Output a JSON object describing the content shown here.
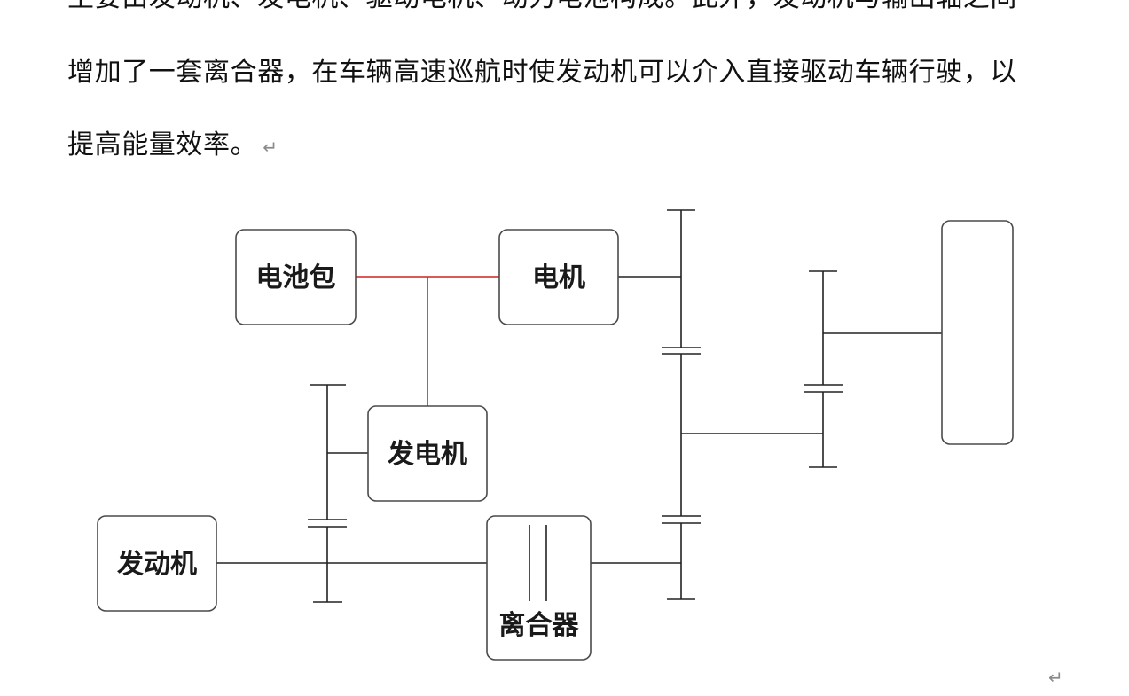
{
  "document": {
    "lines": [
      "主要由发动机、发电机、驱动电机、动力电池构成。此外，发动机与输出轴之间",
      "增加了一套离合器，在车辆高速巡航时使发动机可以介入直接驱动车辆行驶，以",
      "提高能量效率。"
    ],
    "return_mark": "↵"
  },
  "diagram": {
    "battery_label": "电池包",
    "motor_label": "电机",
    "generator_label": "发电机",
    "engine_label": "发动机",
    "clutch_label": "离合器"
  },
  "colors": {
    "electrical_link": "#d42020",
    "mechanical_link": "#222222",
    "box_border": "#4a4a4a"
  }
}
